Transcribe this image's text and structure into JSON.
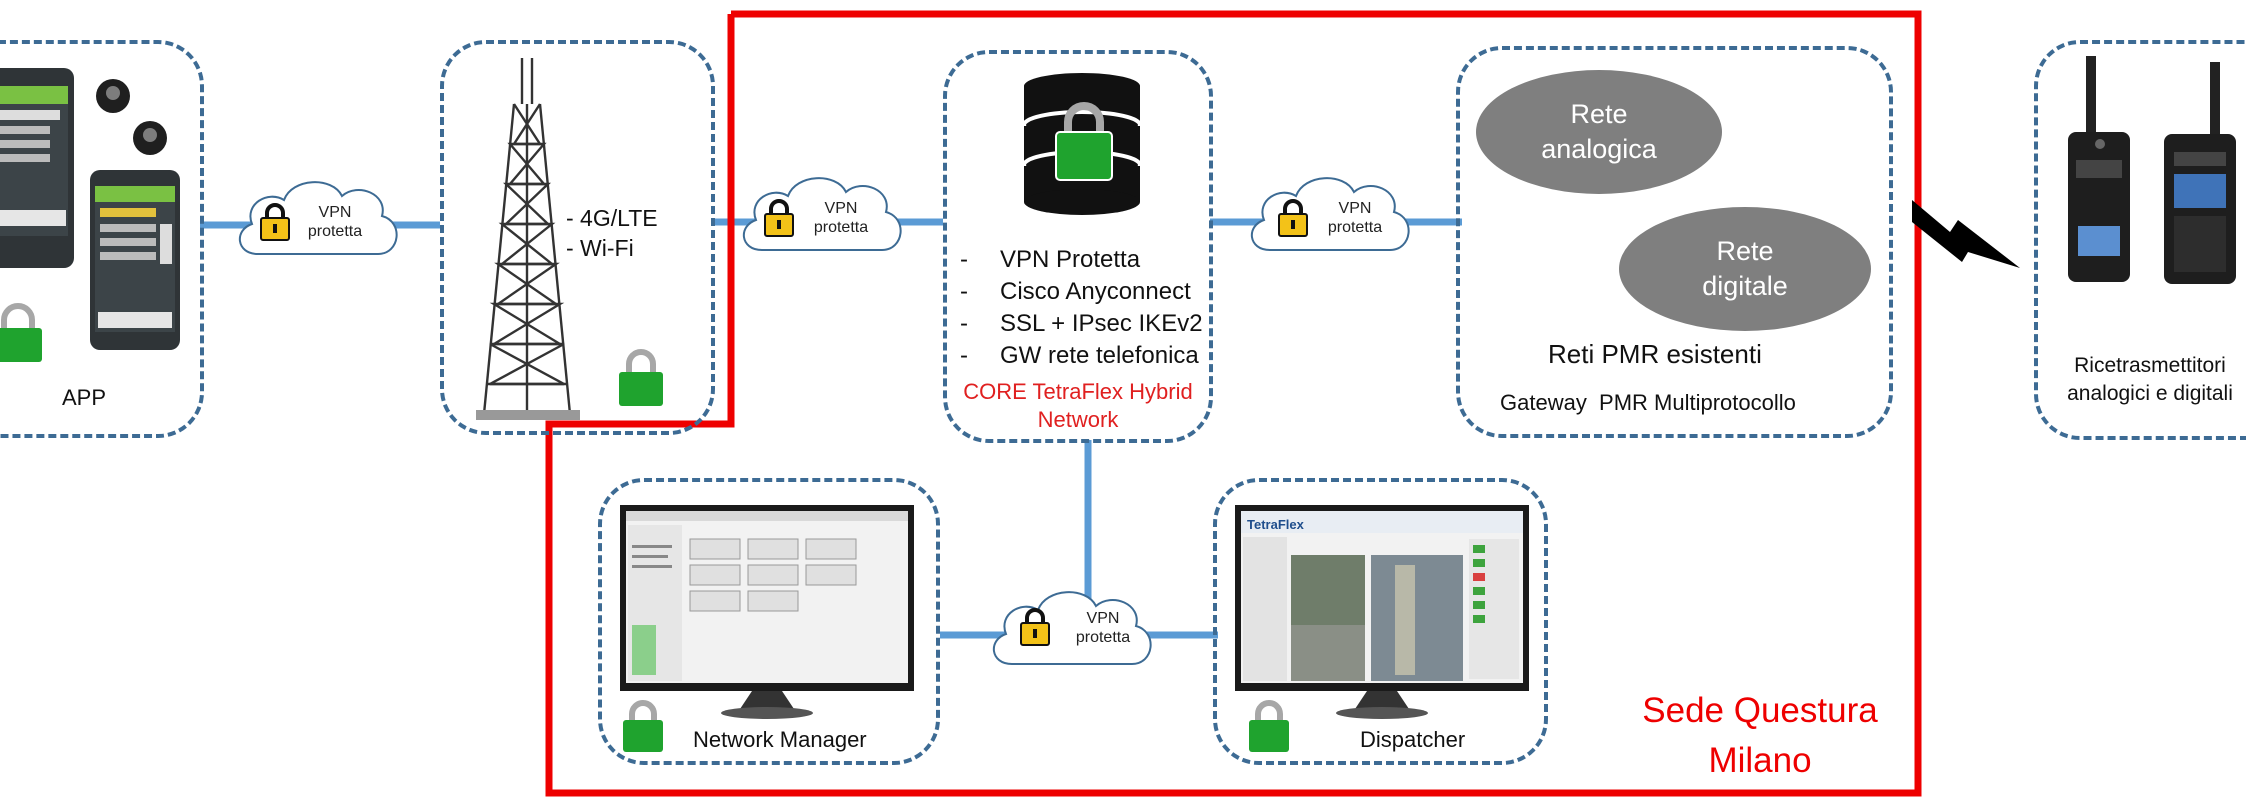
{
  "phone_box": {
    "label": "APP"
  },
  "tower_box": {
    "items": [
      "- 4G/LTE",
      "- Wi-Fi"
    ]
  },
  "clouds": {
    "vpn_line1": "VPN",
    "vpn_line2": "protetta"
  },
  "core_box": {
    "features": [
      "VPN Protetta",
      "Cisco Anyconnect",
      "SSL + IPsec IKEv2",
      "GW rete telefonica"
    ],
    "title_line1": "CORE TetraFlex Hybrid",
    "title_line2": "Network"
  },
  "pmr_box": {
    "analog_line1": "Rete",
    "analog_line2": "analogica",
    "digital_line1": "Rete",
    "digital_line2": "digitale",
    "heading": "Reti PMR esistenti",
    "subheading": "Gateway  PMR Multiprotocollo"
  },
  "radios_box": {
    "label_line1": "Ricetrasmettitori",
    "label_line2": "analogici e digitali"
  },
  "network_manager_box": {
    "label": "Network Manager"
  },
  "dispatcher_box": {
    "label": "Dispatcher"
  },
  "site": {
    "line1": "Sede Questura",
    "line2": "Milano"
  },
  "screens": {
    "dispatcher_brand": "TetraFlex"
  },
  "colors": {
    "dashed_border": "#3d6b94",
    "connector": "#5b9bd5",
    "site_border": "#ee0000",
    "core_title": "#e02020",
    "lock_green": "#1fa32e",
    "lock_shackle": "#a7a7a7",
    "padlock_yellow": "#f3c218",
    "pmr_ellipse": "#7f7f7f"
  }
}
